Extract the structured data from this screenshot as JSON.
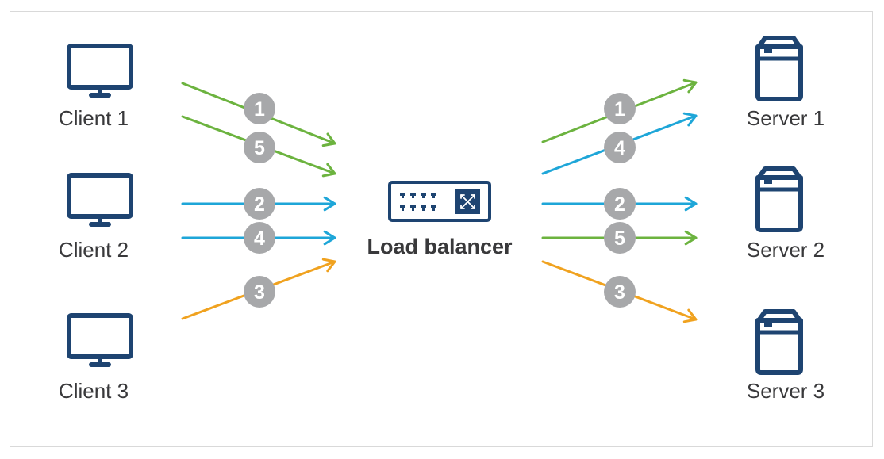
{
  "clients": [
    {
      "label": "Client 1",
      "icon": "monitor-icon"
    },
    {
      "label": "Client 2",
      "icon": "monitor-icon"
    },
    {
      "label": "Client 3",
      "icon": "monitor-icon"
    }
  ],
  "servers": [
    {
      "label": "Server 1",
      "icon": "server-icon"
    },
    {
      "label": "Server 2",
      "icon": "server-icon"
    },
    {
      "label": "Server 3",
      "icon": "server-icon"
    }
  ],
  "load_balancer": {
    "label": "Load balancer",
    "icon": "load-balancer-switch-icon"
  },
  "colors": {
    "green": "#6cb33f",
    "blue": "#1ea6d8",
    "orange": "#f0a21f",
    "badge": "#a7a8aa",
    "icon": "#1e4471",
    "text": "#39393b"
  },
  "requests": [
    {
      "number": "1",
      "color": "green"
    },
    {
      "number": "5",
      "color": "green"
    },
    {
      "number": "2",
      "color": "blue"
    },
    {
      "number": "4",
      "color": "blue"
    },
    {
      "number": "3",
      "color": "orange"
    }
  ],
  "responses": [
    {
      "number": "1",
      "color": "green"
    },
    {
      "number": "4",
      "color": "blue"
    },
    {
      "number": "2",
      "color": "blue"
    },
    {
      "number": "5",
      "color": "green"
    },
    {
      "number": "3",
      "color": "orange"
    }
  ]
}
